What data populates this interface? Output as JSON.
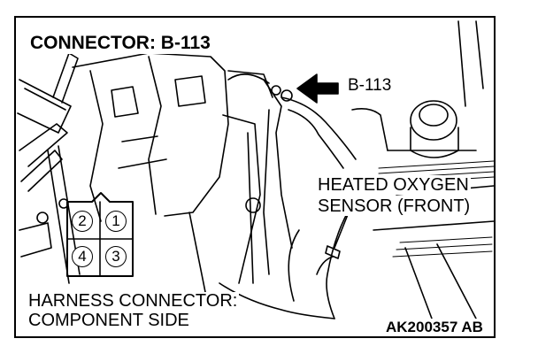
{
  "diagram": {
    "title": "CONNECTOR: B-113",
    "callout_label": "B-113",
    "sensor_label": [
      "HEATED OXYGEN",
      "SENSOR (FRONT)"
    ],
    "harness_label": [
      "HARNESS CONNECTOR:",
      "COMPONENT SIDE"
    ],
    "figure_code": "AK200357 AB",
    "connector_pins": [
      "2",
      "1",
      "4",
      "3"
    ]
  }
}
